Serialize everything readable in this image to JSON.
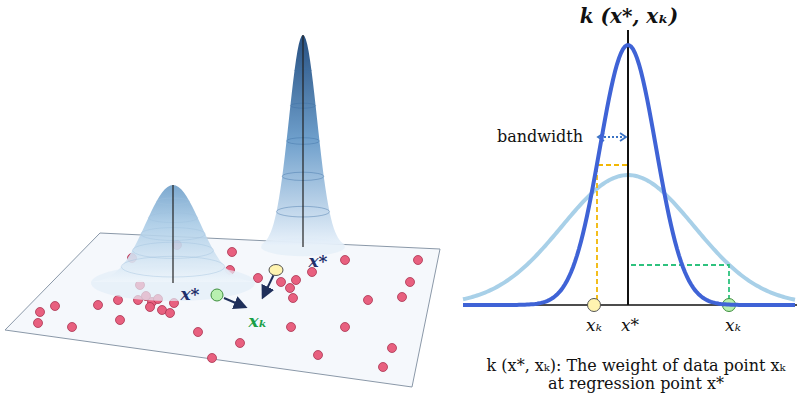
{
  "diagram": {
    "title": "k (x*, xₖ)",
    "caption": "k (x*, xₖ): The weight of data point xₖ at regression point x*",
    "labels": [
      "x*",
      "x*",
      "xₖ",
      "bandwidth",
      "xₖ",
      "x*",
      "xₖ"
    ]
  }
}
